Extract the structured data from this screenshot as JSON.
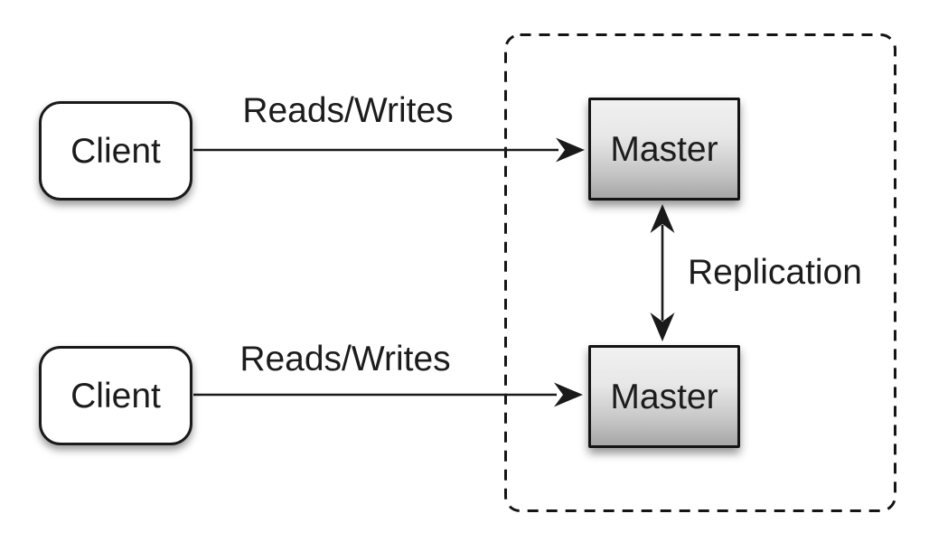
{
  "nodes": {
    "client_top": {
      "label": "Client"
    },
    "client_bottom": {
      "label": "Client"
    },
    "master_top": {
      "label": "Master"
    },
    "master_bottom": {
      "label": "Master"
    }
  },
  "edges": {
    "reads_writes_top": {
      "label": "Reads/Writes"
    },
    "reads_writes_bottom": {
      "label": "Reads/Writes"
    },
    "replication": {
      "label": "Replication"
    }
  },
  "colors": {
    "background": "#ffffff",
    "line": "#1a1a1a",
    "text": "#1c1c1c",
    "client_fill": "#ffffff",
    "master_gradient_top": "#f1f1f1",
    "master_gradient_bottom": "#a6a6a6",
    "boundary_dash": "#151515"
  }
}
